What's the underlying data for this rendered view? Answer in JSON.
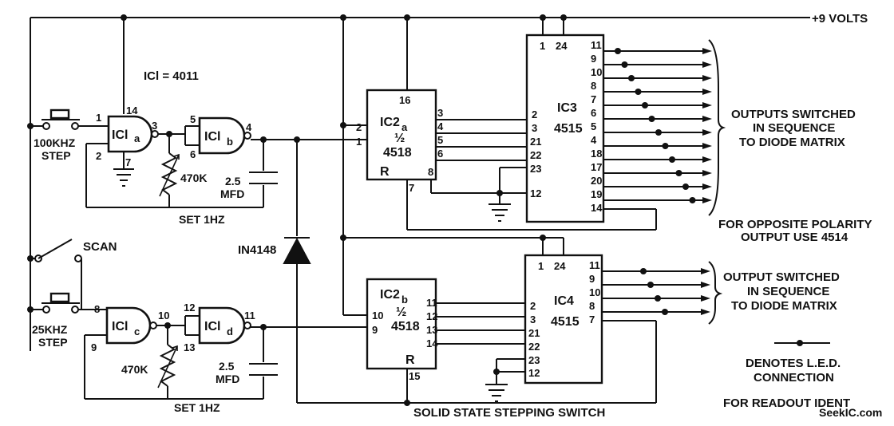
{
  "supply": "+9 VOLTS",
  "ic1_note": "ICl = 4011",
  "gates": {
    "a": "ICl",
    "a_sub": "a",
    "b": "ICl",
    "b_sub": "b",
    "c": "ICl",
    "c_sub": "c",
    "d": "ICl",
    "d_sub": "d"
  },
  "switches": {
    "step_100k_1": "100KHZ",
    "step_100k_2": "STEP",
    "step_25k_1": "25KHZ",
    "step_25k_2": "STEP",
    "scan": "SCAN"
  },
  "components": {
    "r_top": "470K",
    "c_top_1": "2.5",
    "c_top_2": "MFD",
    "set_top": "SET 1HZ",
    "diode": "IN4148",
    "r_bot": "470K",
    "c_bot_1": "2.5",
    "c_bot_2": "MFD",
    "set_bot": "SET 1HZ"
  },
  "chips": {
    "ic2a_name": "IC2",
    "ic2a_sub": "a",
    "ic2a_half": "½",
    "ic2a_part": "4518",
    "ic2a_r": "R",
    "ic2b_name": "IC2",
    "ic2b_sub": "b",
    "ic2b_half": "½",
    "ic2b_part": "4518",
    "ic2b_r": "R",
    "ic3_name": "IC3",
    "ic3_part": "4515",
    "ic4_name": "IC4",
    "ic4_part": "4515"
  },
  "pins": {
    "g_a_in": "1",
    "g_a_in2": "2",
    "g_a_vdd": "14",
    "g_a_gnd": "7",
    "g_a_out": "3",
    "g_b_in": "5",
    "g_b_in2": "6",
    "g_b_out": "4",
    "g_c_in": "8",
    "g_c_in2": "9",
    "g_c_out": "10",
    "g_d_in": "12",
    "g_d_in2": "13",
    "g_d_out": "11",
    "ic2a_16": "16",
    "ic2a_2": "2",
    "ic2a_1": "1",
    "ic2a_3": "3",
    "ic2a_4": "4",
    "ic2a_5": "5",
    "ic2a_6": "6",
    "ic2a_8": "8",
    "ic2a_7": "7",
    "ic2b_10": "10",
    "ic2b_9": "9",
    "ic2b_11": "11",
    "ic2b_12": "12",
    "ic2b_13": "13",
    "ic2b_14": "14",
    "ic2b_15": "15",
    "ic3_top1": "1",
    "ic3_top24": "24",
    "ic3_l2": "2",
    "ic3_l3": "3",
    "ic3_l21": "21",
    "ic3_l22": "22",
    "ic3_l23": "23",
    "ic3_l12": "12",
    "ic4_top1": "1",
    "ic4_top24": "24",
    "ic4_l2": "2",
    "ic4_l3": "3",
    "ic4_l21": "21",
    "ic4_l22": "22",
    "ic4_l23": "23",
    "ic4_l12": "12"
  },
  "ic3_outputs": [
    "11",
    "9",
    "10",
    "8",
    "7",
    "6",
    "5",
    "4",
    "18",
    "17",
    "20",
    "19",
    "14"
  ],
  "ic4_outputs": [
    "11",
    "9",
    "10",
    "8",
    "7"
  ],
  "notes": {
    "out_top_1": "OUTPUTS SWITCHED",
    "out_top_2": "IN SEQUENCE",
    "out_top_3": "TO DIODE MATRIX",
    "opp_1": "FOR OPPOSITE POLARITY",
    "opp_2": "OUTPUT USE 4514",
    "out_bot_1": "OUTPUT SWITCHED",
    "out_bot_2": "IN SEQUENCE",
    "out_bot_3": "TO DIODE MATRIX",
    "led_1": "DENOTES L.E.D.",
    "led_2": "CONNECTION",
    "readout": "FOR READOUT IDENT",
    "title": "SOLID STATE STEPPING SWITCH",
    "watermark": "SeekIC.com"
  }
}
